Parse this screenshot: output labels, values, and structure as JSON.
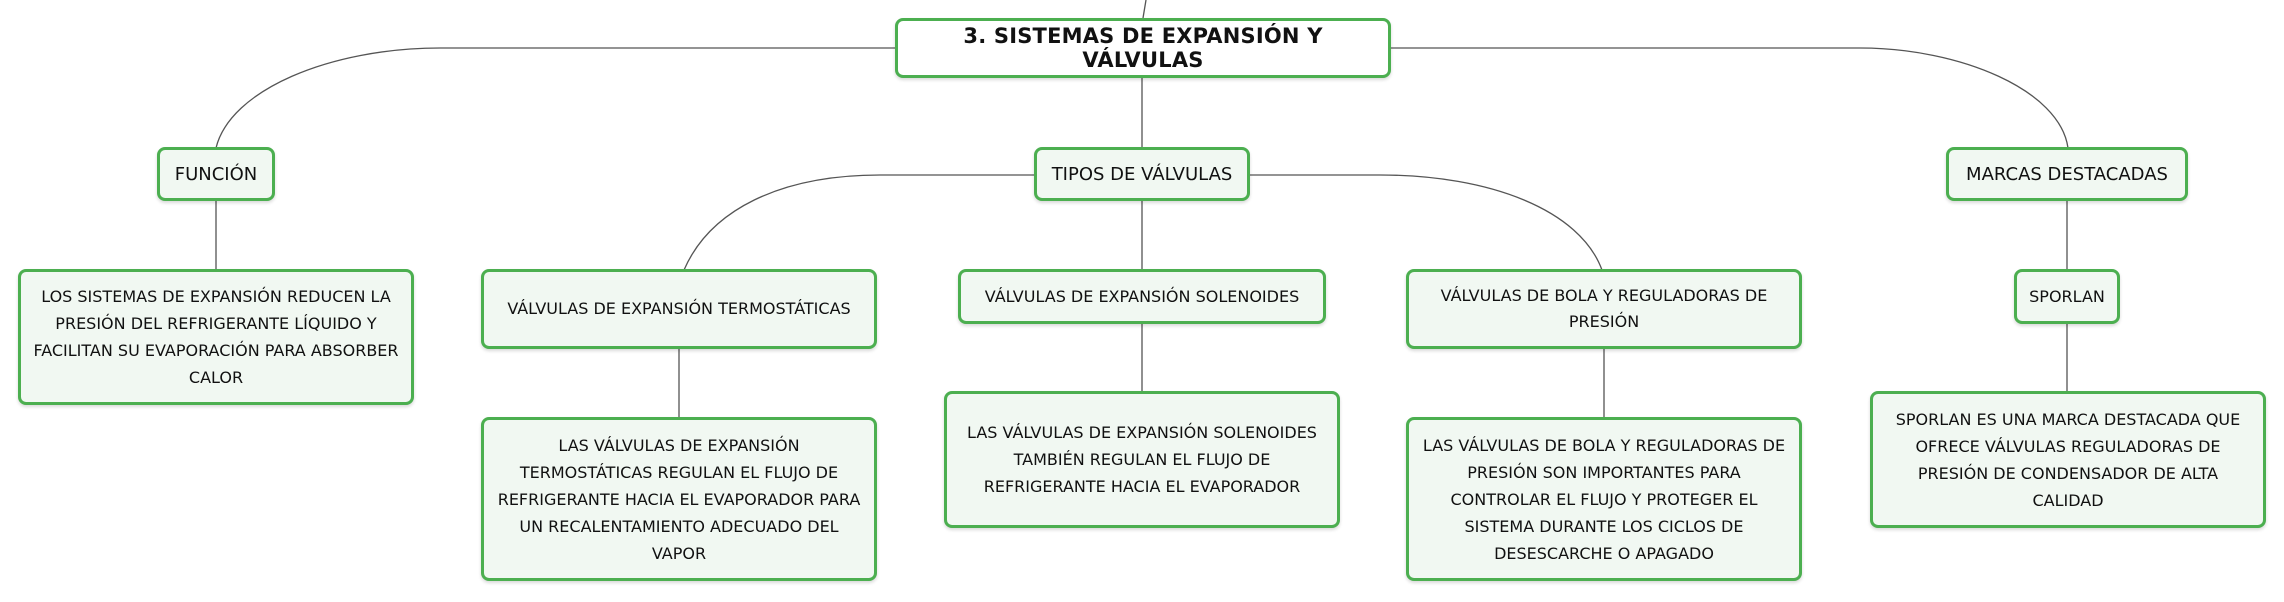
{
  "root": {
    "title": "3. SISTEMAS DE EXPANSIÓN Y VÁLVULAS"
  },
  "funcion": {
    "title": "FUNCIÓN",
    "description": "LOS SISTEMAS DE EXPANSIÓN REDUCEN LA PRESIÓN DEL REFRIGERANTE LÍQUIDO Y FACILITAN SU EVAPORACIÓN PARA ABSORBER CALOR"
  },
  "tipos": {
    "title": "TIPOS DE VÁLVULAS",
    "items": [
      {
        "title": "VÁLVULAS DE EXPANSIÓN TERMOSTÁTICAS",
        "description": "LAS VÁLVULAS DE EXPANSIÓN TERMOSTÁTICAS REGULAN EL FLUJO DE REFRIGERANTE HACIA EL EVAPORADOR PARA UN RECALENTAMIENTO ADECUADO DEL VAPOR"
      },
      {
        "title": "VÁLVULAS DE EXPANSIÓN SOLENOIDES",
        "description": "LAS VÁLVULAS DE EXPANSIÓN SOLENOIDES TAMBIÉN REGULAN EL FLUJO DE REFRIGERANTE HACIA EL EVAPORADOR"
      },
      {
        "title": "VÁLVULAS DE BOLA Y REGULADORAS DE PRESIÓN",
        "description": "LAS VÁLVULAS DE BOLA Y REGULADORAS DE PRESIÓN SON IMPORTANTES PARA CONTROLAR EL FLUJO Y PROTEGER EL SISTEMA DURANTE LOS CICLOS DE DESESCARCHE O APAGADO"
      }
    ]
  },
  "marcas": {
    "title": "MARCAS DESTACADAS",
    "brand": "SPORLAN",
    "description": "SPORLAN ES UNA MARCA DESTACADA QUE OFRECE VÁLVULAS REGULADORAS DE PRESIÓN DE CONDENSADOR DE ALTA CALIDAD"
  },
  "colors": {
    "node_border": "#4caf50",
    "node_fill": "#f1f8f2",
    "connector": "#555555"
  }
}
